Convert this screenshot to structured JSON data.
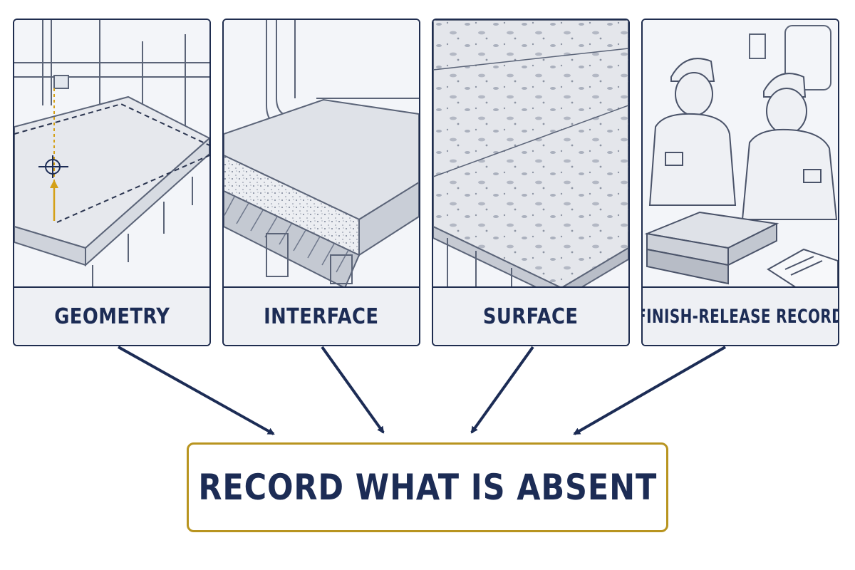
{
  "panels": [
    {
      "id": "geometry",
      "label": "GEOMETRY"
    },
    {
      "id": "interface",
      "label": "INTERFACE"
    },
    {
      "id": "surface",
      "label": "SURFACE"
    },
    {
      "id": "finish-release-record",
      "label": "FINISH-RELEASE RECORD"
    }
  ],
  "target": {
    "label": "RECORD WHAT IS ABSENT"
  },
  "colors": {
    "navy": "#1c2c55",
    "gold_border": "#b8941f",
    "gold_marker": "#d4a017",
    "caption_bg": "#eef0f4"
  },
  "icons": [
    "crosshair-icon",
    "dashed-outline",
    "arrow-up-icon"
  ]
}
